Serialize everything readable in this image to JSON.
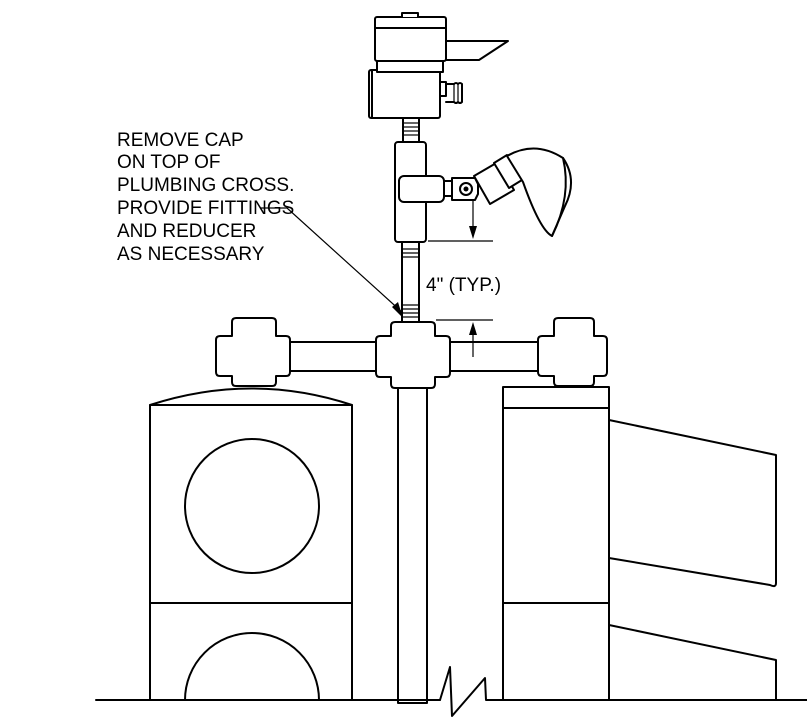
{
  "note": {
    "lines": [
      "REMOVE CAP",
      "ON TOP OF",
      "PLUMBING CROSS.",
      "PROVIDE FITTINGS",
      "AND REDUCER",
      "AS NECESSARY"
    ]
  },
  "dimension": {
    "label": "4\" (TYP.)"
  }
}
